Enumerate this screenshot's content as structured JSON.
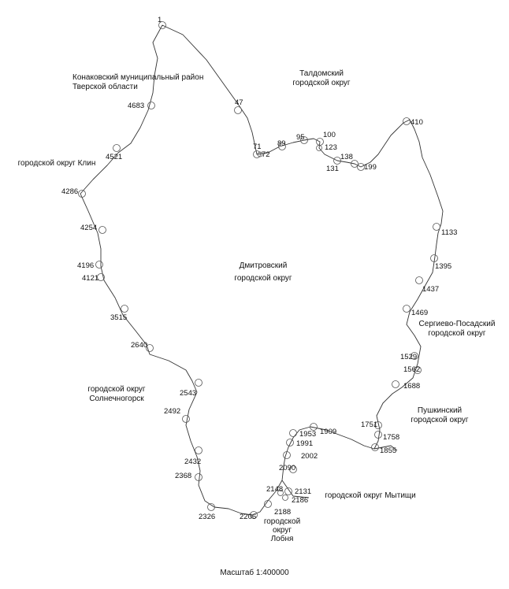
{
  "regions": {
    "konakovo_line1": "Конаковский муниципальный район",
    "konakovo_line2": "Тверской области",
    "taldom_line1": "Талдомский",
    "taldom_line2": "городской округ",
    "klin": "городской округ Клин",
    "dmitrov_line1": "Дмитровский",
    "dmitrov_line2": "городской округ",
    "sergiev_line1": "Сергиево-Посадский",
    "sergiev_line2": "городской округ",
    "solnech_line1": "городской округ",
    "solnech_line2": "Солнечногорск",
    "pushkin_line1": "Пушкинский",
    "pushkin_line2": "городской округ",
    "mytishchi": "городской округ Мытищи",
    "lobnya_line1": "городской",
    "lobnya_line2": "округ",
    "lobnya_line3": "Лобня"
  },
  "points": [
    "1",
    "47",
    "71",
    "72",
    "89",
    "95",
    "100",
    "123",
    "131",
    "138",
    "199",
    "410",
    "1133",
    "1395",
    "1437",
    "1469",
    "1529",
    "1562",
    "1688",
    "1751",
    "1758",
    "1855",
    "1909",
    "1953",
    "1991",
    "2002",
    "2090",
    "2131",
    "2148",
    "2186",
    "2188",
    "2206",
    "2326",
    "2368",
    "2432",
    "2492",
    "2543",
    "2640",
    "3515",
    "4121",
    "4196",
    "4254",
    "4286",
    "4521",
    "4683"
  ],
  "scale": "Масштаб 1:400000"
}
